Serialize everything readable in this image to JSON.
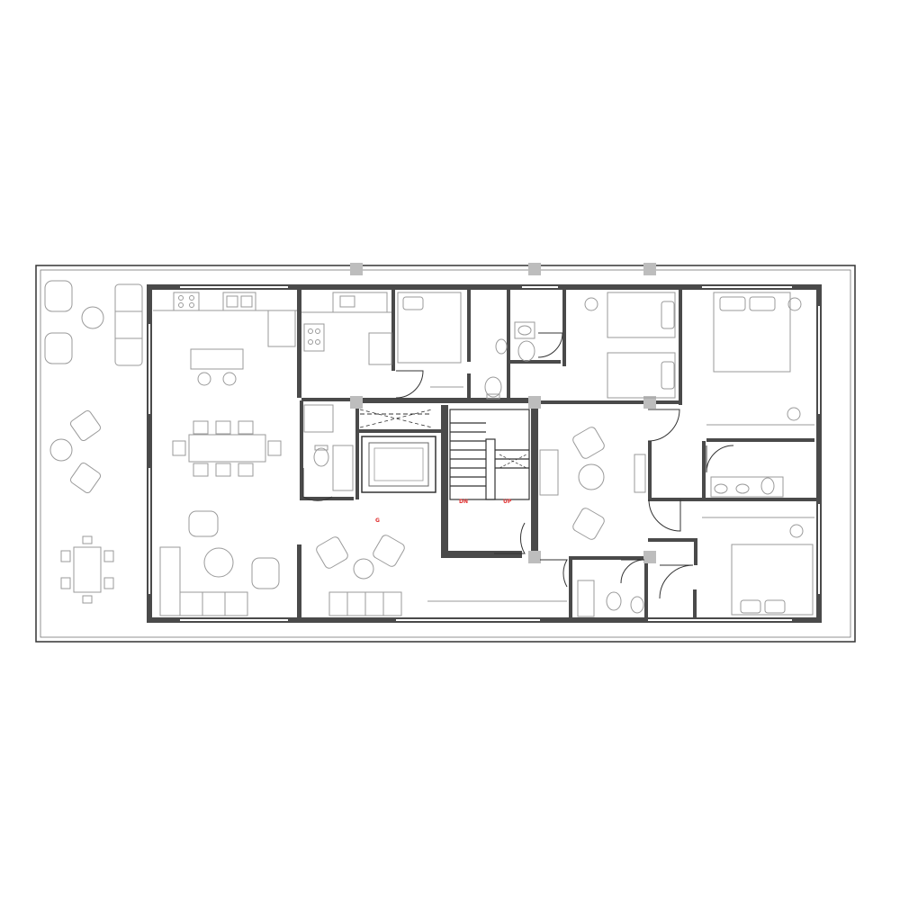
{
  "plan": {
    "stair_down_label": "DN",
    "stair_up_label": "UP",
    "level_label": "G"
  },
  "colors": {
    "walls": "#4a4a4a",
    "furniture": "#9a9a9a",
    "columns": "#bdbdbd",
    "annotation_text": "#e03030"
  }
}
